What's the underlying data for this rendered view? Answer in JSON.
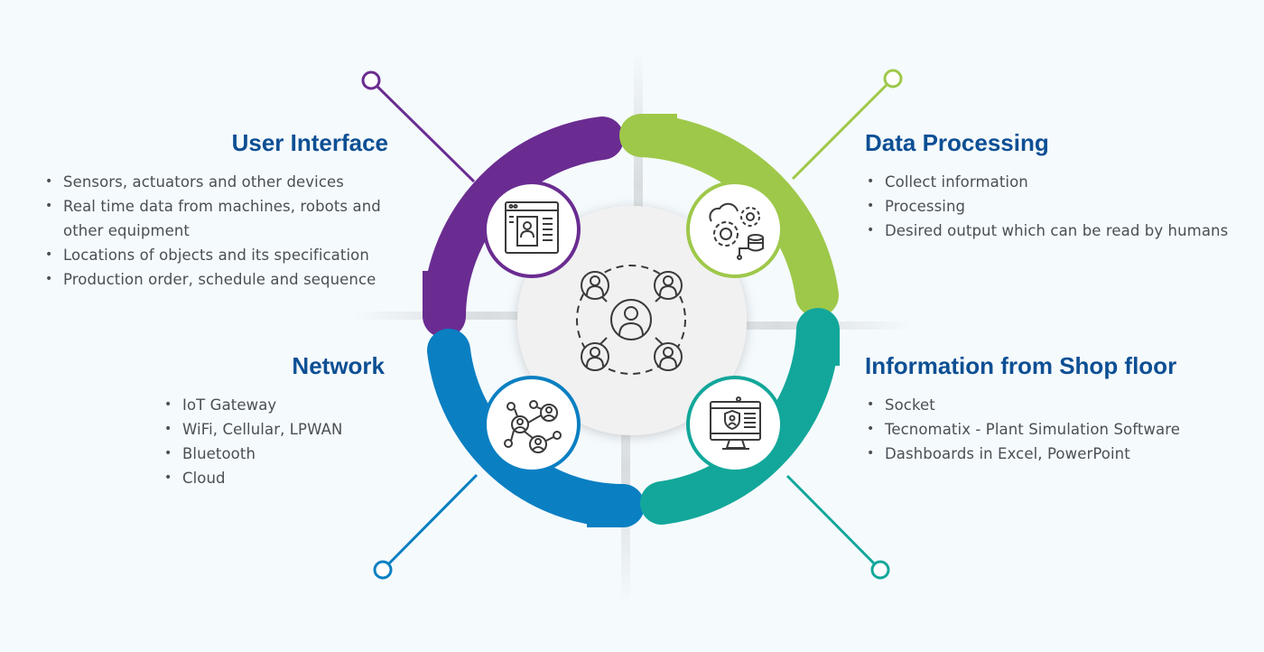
{
  "sections": {
    "user_interface": {
      "title": "User Interface",
      "items": [
        "Sensors, actuators and other devices",
        "Real time data from machines, robots and other equipment",
        "Locations of objects and its specification",
        "Production order, schedule and sequence"
      ],
      "color": "#6a2c91",
      "icon": "user-interface-icon"
    },
    "data_processing": {
      "title": "Data Processing",
      "items": [
        "Collect information",
        "Processing",
        "Desired output which can be read by humans"
      ],
      "color": "#9ec84a",
      "icon": "gears-database-icon"
    },
    "network": {
      "title": "Network",
      "items": [
        "IoT Gateway",
        "WiFi, Cellular, LPWAN",
        "Bluetooth",
        "Cloud"
      ],
      "color": "#0a7fc2",
      "icon": "network-people-icon"
    },
    "shop_floor": {
      "title": "Information from Shop floor",
      "items": [
        "Socket",
        "Tecnomatix - Plant Simulation Software",
        "Dashboards in Excel, PowerPoint"
      ],
      "color": "#12a79a",
      "icon": "secure-monitor-icon"
    }
  },
  "center": {
    "icon": "people-network-icon"
  }
}
